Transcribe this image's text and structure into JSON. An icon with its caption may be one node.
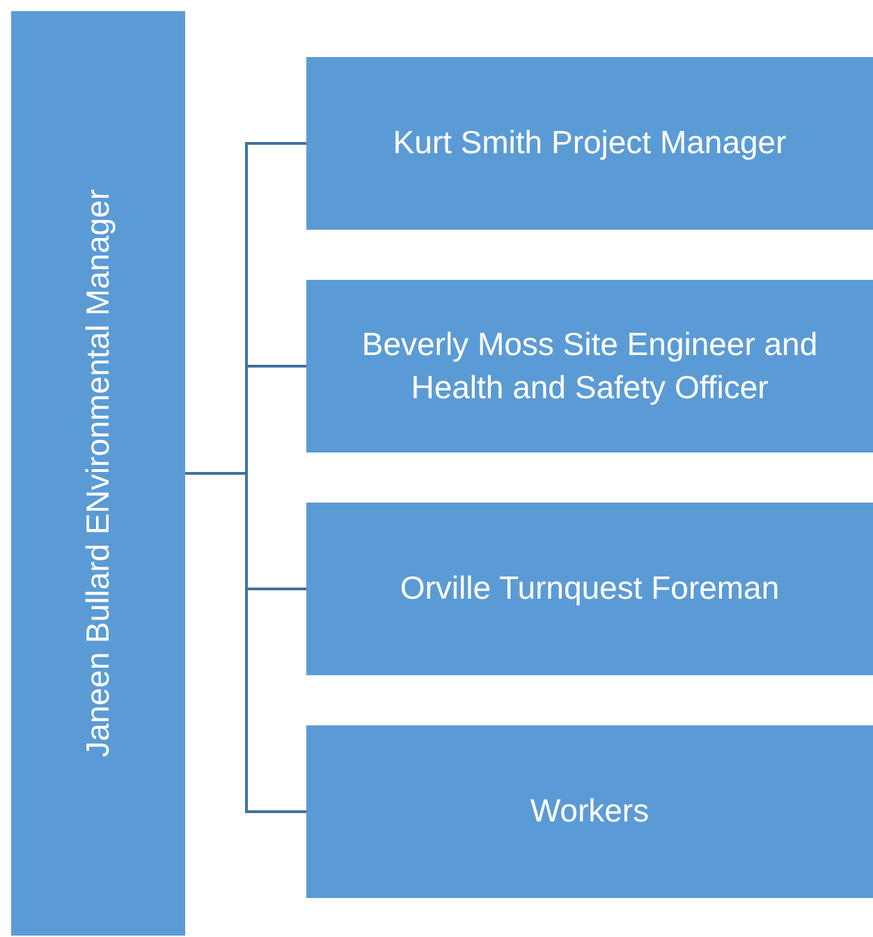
{
  "diagram": {
    "nodes": [
      {
        "text": [
          "Janeen Bullard ENvironmental Manager"
        ]
      },
      {
        "text": [
          "Kurt Smith Project Manager"
        ]
      },
      {
        "text": [
          "Beverly Moss Site Engineer and Health and Safety Officer"
        ]
      },
      {
        "text": [
          "Orville Turnquest Foreman"
        ]
      },
      {
        "text": [
          "Workers"
        ]
      }
    ],
    "edges": [
      {
        "from": 0,
        "to": 1,
        "arrow": "none"
      },
      {
        "from": 0,
        "to": 2,
        "arrow": "none"
      },
      {
        "from": 0,
        "to": 3,
        "arrow": "none"
      },
      {
        "from": 0,
        "to": 4,
        "arrow": "none"
      }
    ]
  }
}
